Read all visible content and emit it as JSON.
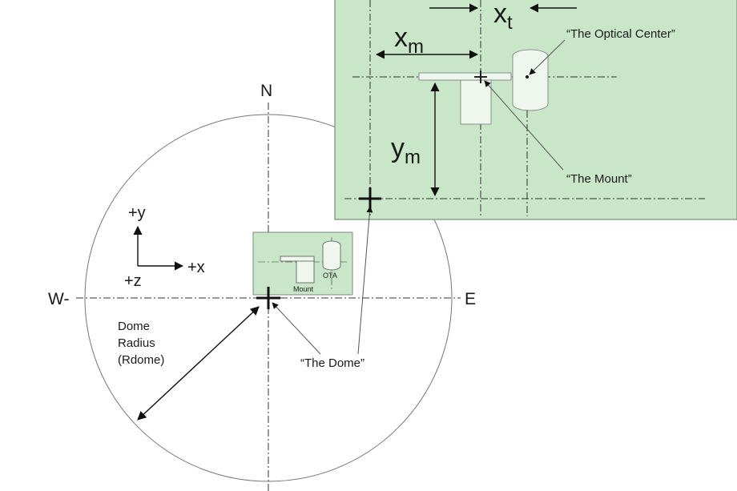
{
  "compass": {
    "north": "N",
    "west": "W-",
    "east": "E"
  },
  "axes": {
    "y": "+y",
    "x": "+x",
    "z": "+z"
  },
  "dome_label": {
    "line1": "Dome",
    "line2": "Radius",
    "line3": "(Rdome)"
  },
  "dome_center_label": "“The Dome”",
  "small_inset": {
    "mount": "Mount",
    "ota": "OTA"
  },
  "large_inset": {
    "xm_symbol": "x",
    "xm_sub": "m",
    "xt_symbol": "x",
    "xt_sub": "t",
    "ym_symbol": "y",
    "ym_sub": "m",
    "optical_center": "“The Optical Center”",
    "mount": "“The Mount”"
  },
  "colors": {
    "inset_fill": "#c9e6c9",
    "inset_border": "#7a8a7a",
    "line": "#111111"
  }
}
